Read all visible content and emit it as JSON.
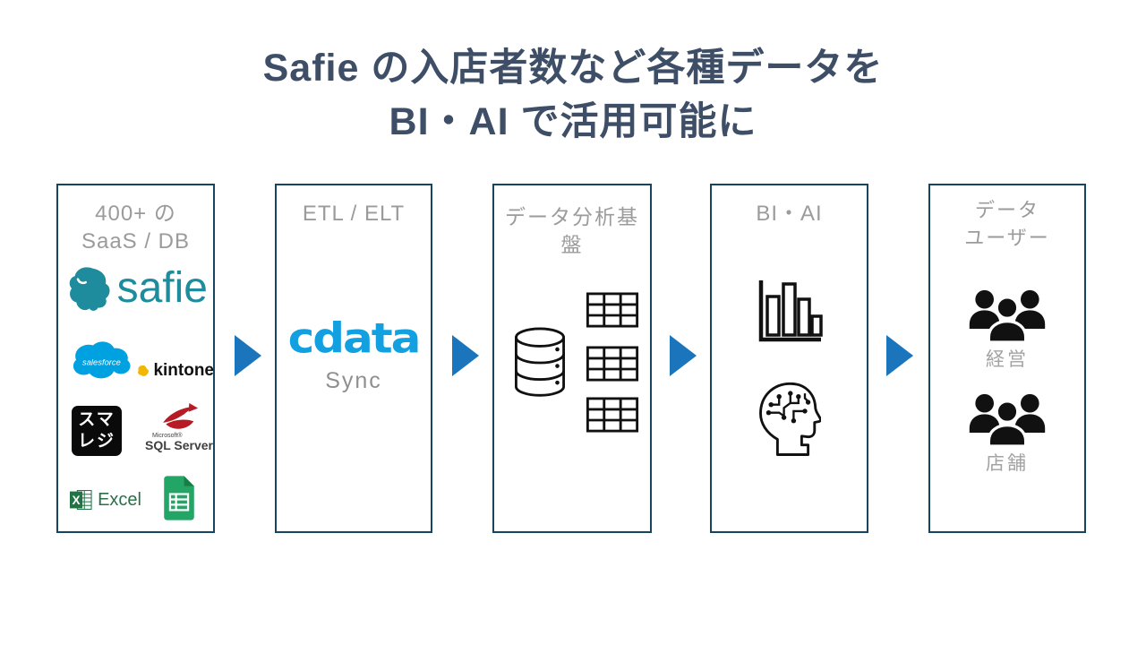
{
  "title": {
    "line1": "Safie の入店者数など各種データを",
    "line2": "BI・AI で活用可能に"
  },
  "flow": {
    "sources": {
      "heading_line1": "400+ の",
      "heading_line2": "SaaS / DB",
      "safie_wordmark": "safie",
      "salesforce_wordmark": "salesforce",
      "kintone_wordmark": "kintone",
      "smaregi_line1": "スマ",
      "smaregi_line2": "レジ",
      "sqlserver_brand": "Microsoft®",
      "sqlserver_wordmark": "SQL Server",
      "excel_icon_letter": "X",
      "excel_wordmark": "Excel"
    },
    "etl": {
      "heading": "ETL / ELT",
      "cdata_wordmark": "cdata",
      "product_name": "Sync"
    },
    "platform": {
      "heading": "データ分析基盤"
    },
    "bi_ai": {
      "heading": "BI・AI"
    },
    "users": {
      "heading_line1": "データ",
      "heading_line2": "ユーザー",
      "groups": [
        {
          "label": "経営"
        },
        {
          "label": "店舗"
        }
      ]
    }
  },
  "colors": {
    "title_text": "#3d4e66",
    "box_border": "#16465f",
    "heading_gray": "#9b9b9b",
    "arrow_blue": "#1b75bc",
    "cdata_blue": "#12a0e0",
    "safie_teal": "#1e8c9c",
    "salesforce_blue": "#00a1e0",
    "kintone_yellow": "#f2b705",
    "sqlserver_red": "#b71c25",
    "excel_green": "#217346",
    "sheets_green": "#23a566",
    "smaregi_black": "#0a0a0a",
    "icon_black": "#111111",
    "label_gray": "#a3a3a3"
  }
}
